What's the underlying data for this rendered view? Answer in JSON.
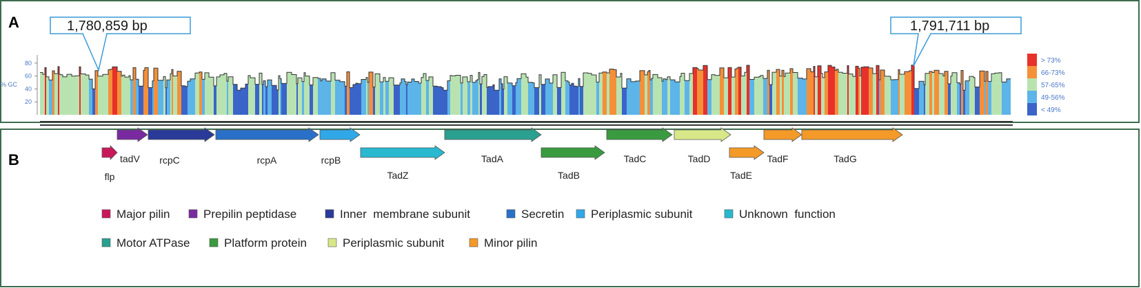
{
  "panels": {
    "a": "A",
    "b": "B"
  },
  "callouts": {
    "left": "1,780,859 bp",
    "right": "1,791,711 bp"
  },
  "gc_plot": {
    "ylabel": "% GC",
    "ticks": [
      20,
      40,
      60,
      80
    ],
    "legend": [
      {
        "label": "> 73%",
        "color": "#e8312a"
      },
      {
        "label": "66-73%",
        "color": "#f4903a"
      },
      {
        "label": "57-65%",
        "color": "#b8e3b0"
      },
      {
        "label": "49-56%",
        "color": "#5db4e8"
      },
      {
        "label": "< 49%",
        "color": "#3a64c8"
      }
    ]
  },
  "genes": [
    {
      "name": "flp",
      "color": "#c8185a"
    },
    {
      "name": "tadV",
      "color": "#7a2aa0"
    },
    {
      "name": "rcpC",
      "color": "#2a3a98"
    },
    {
      "name": "rcpA",
      "color": "#2a70c8"
    },
    {
      "name": "rcpB",
      "color": "#30a8e8"
    },
    {
      "name": "TadZ",
      "color": "#28b8d0"
    },
    {
      "name": "TadA",
      "color": "#2aa090"
    },
    {
      "name": "TadB",
      "color": "#3a9a40"
    },
    {
      "name": "TadC",
      "color": "#3a9a40"
    },
    {
      "name": "TadD",
      "color": "#d8e888"
    },
    {
      "name": "TadE",
      "color": "#f49a28"
    },
    {
      "name": "TadF",
      "color": "#f49a28"
    },
    {
      "name": "TadG",
      "color": "#f49a28"
    }
  ],
  "categories": [
    {
      "label": "Major pilin",
      "color": "#c8185a"
    },
    {
      "label": "Prepilin peptidase",
      "color": "#7a2aa0"
    },
    {
      "label": "Inner  membrane subunit",
      "color": "#2a3a98"
    },
    {
      "label": "Secretin",
      "color": "#2a70c8"
    },
    {
      "label": "Periplasmic subunit",
      "color": "#30a8e8"
    },
    {
      "label": "Unknown  function",
      "color": "#28b8d0"
    },
    {
      "label": "Motor ATPase",
      "color": "#2aa090"
    },
    {
      "label": "Platform protein",
      "color": "#3a9a40"
    },
    {
      "label": "Periplasmic subunit",
      "color": "#d8e888"
    },
    {
      "label": "Minor pilin",
      "color": "#f49a28"
    }
  ]
}
